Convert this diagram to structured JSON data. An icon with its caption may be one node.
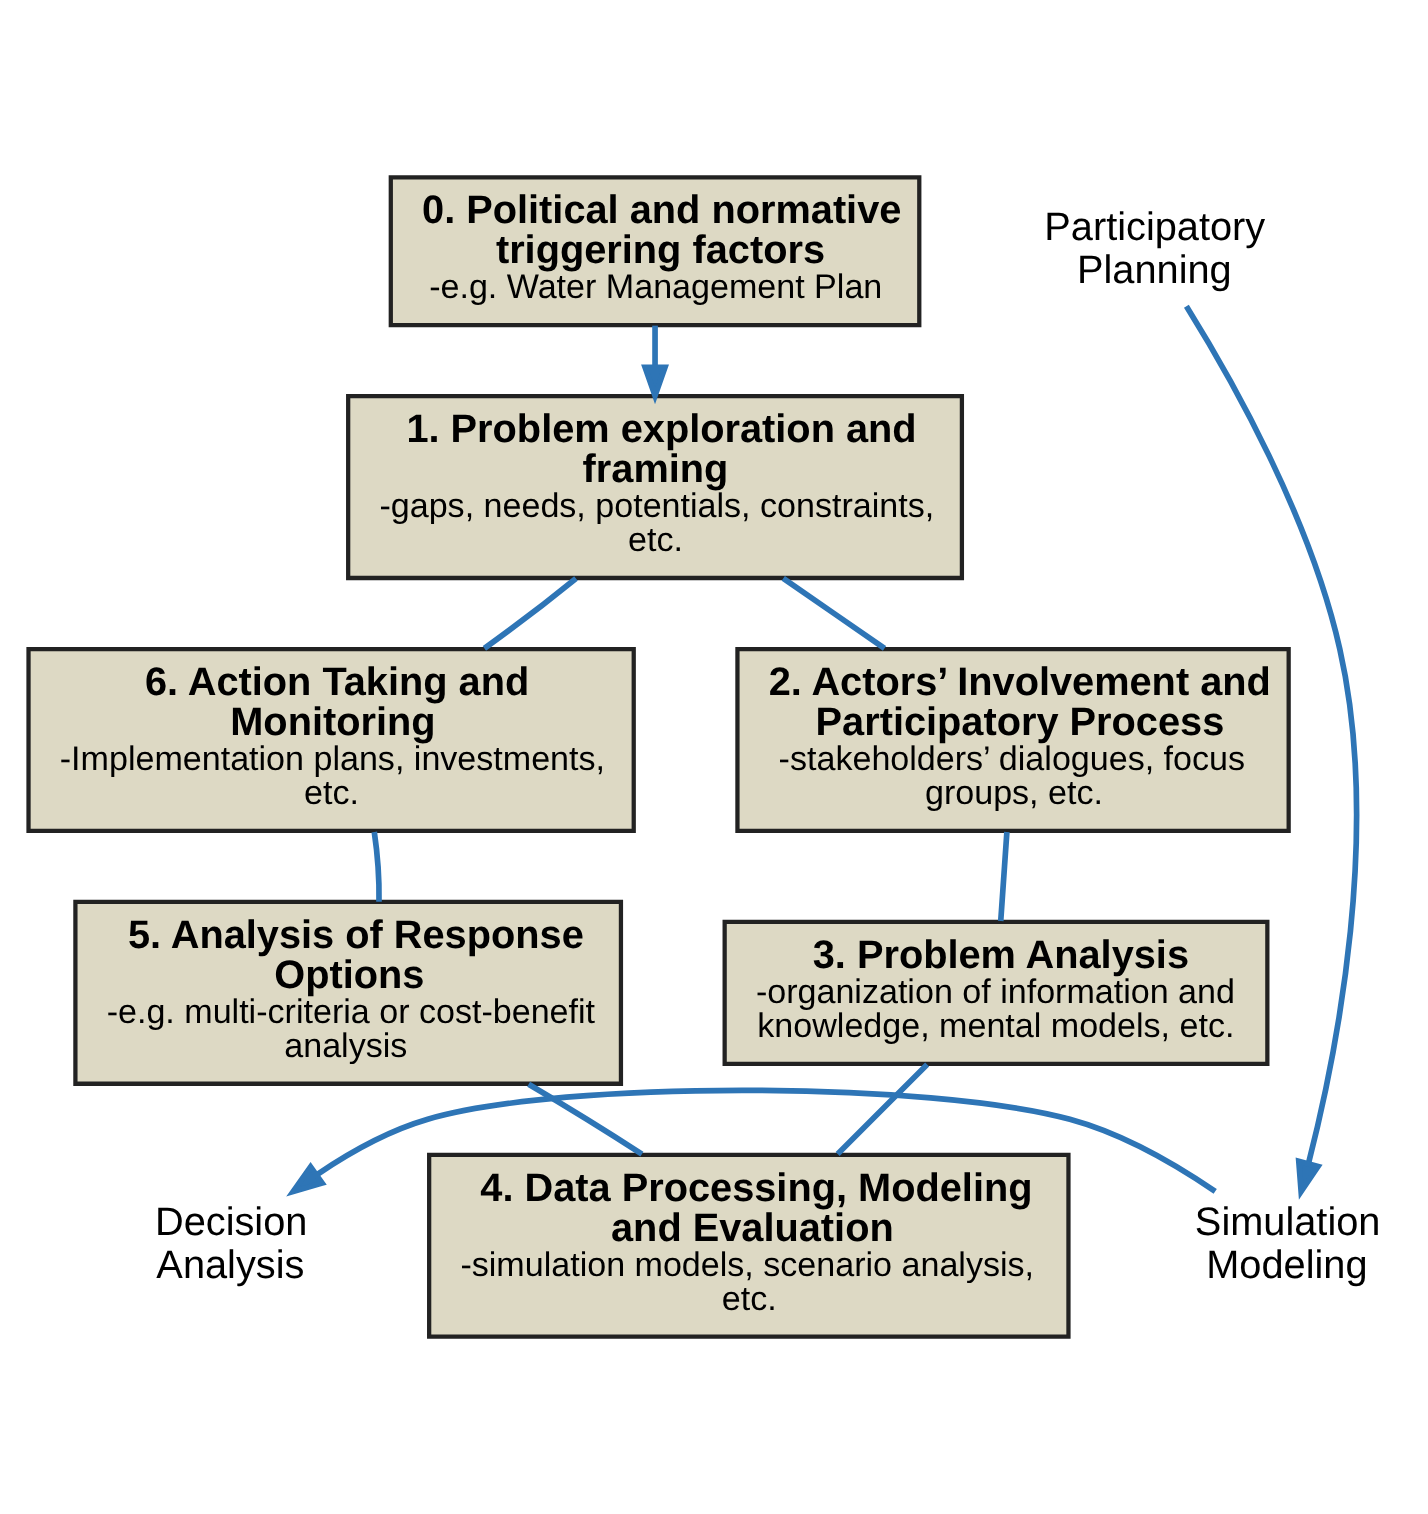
{
  "diagram": {
    "nodes": [
      {
        "text": [
          "0. Political and normative triggering factors",
          "-e.g. Water Management Plan"
        ]
      },
      {
        "text": [
          "1. Problem exploration and framing",
          "-gaps, needs, potentials, constraints, etc."
        ]
      },
      {
        "text": [
          "2. Actors’ Involvement and Participatory Process",
          "-stakeholders’ dialogues, focus groups, etc."
        ]
      },
      {
        "text": [
          "3. Problem Analysis",
          "-organization of information and knowledge, mental models, etc."
        ]
      },
      {
        "text": [
          "4. Data Processing, Modeling and Evaluation",
          "-simulation models, scenario analysis, etc."
        ]
      },
      {
        "text": [
          "5. Analysis of Response Options",
          "-e.g. multi-criteria or cost-benefit analysis"
        ]
      },
      {
        "text": [
          "6. Action Taking and Monitoring",
          "-Implementation plans, investments, etc."
        ]
      },
      {
        "text": [
          "Participatory Planning"
        ]
      },
      {
        "text": [
          "Simulation Modeling"
        ]
      },
      {
        "text": [
          "Decision Analysis"
        ]
      }
    ],
    "edges": [
      {
        "from": 0,
        "to": 1,
        "arrow": "to"
      },
      {
        "from": 1,
        "to": 2,
        "arrow": "none"
      },
      {
        "from": 2,
        "to": 3,
        "arrow": "none"
      },
      {
        "from": 3,
        "to": 4,
        "arrow": "none"
      },
      {
        "from": 4,
        "to": 5,
        "arrow": "none"
      },
      {
        "from": 5,
        "to": 6,
        "arrow": "none"
      },
      {
        "from": 6,
        "to": 1,
        "arrow": "none"
      },
      {
        "from": 7,
        "to": 8,
        "arrow": "to"
      },
      {
        "from": 8,
        "to": 9,
        "arrow": "to"
      }
    ]
  }
}
